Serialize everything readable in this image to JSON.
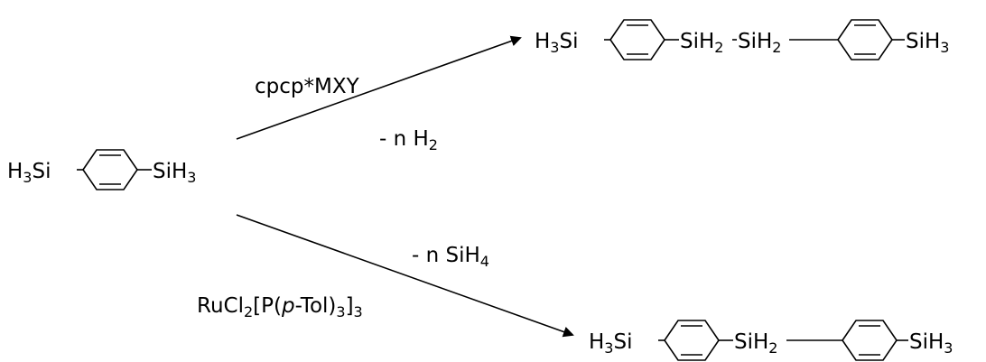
{
  "reactant": {
    "left_group": {
      "el": "H",
      "sub": "3",
      "tail": "Si"
    },
    "right_group": {
      "head": "SiH",
      "sub": "3"
    }
  },
  "upper_reaction": {
    "catalyst": "cpcp*MXY",
    "byproduct": {
      "prefix": "- n H",
      "sub": "2"
    },
    "product": {
      "left_group": {
        "el": "H",
        "sub": "3",
        "tail": "Si"
      },
      "link1": {
        "head": "SiH",
        "sub": "2"
      },
      "link2": {
        "head": "SiH",
        "sub": "2"
      },
      "right_group": {
        "head": "SiH",
        "sub": "3"
      }
    }
  },
  "lower_reaction": {
    "byproduct": {
      "prefix": "- n SiH",
      "sub": "4"
    },
    "catalyst": {
      "p1": "RuCl",
      "s1": "2",
      "p2": "[P(",
      "ital": "p",
      "p3": "-Tol)",
      "s2": "3",
      "p4": "]",
      "s3": "3"
    },
    "product": {
      "left_group": {
        "el": "H",
        "sub": "3",
        "tail": "Si"
      },
      "link": {
        "head": "SiH",
        "sub": "2"
      },
      "right_group": {
        "head": "SiH",
        "sub": "3"
      }
    }
  }
}
